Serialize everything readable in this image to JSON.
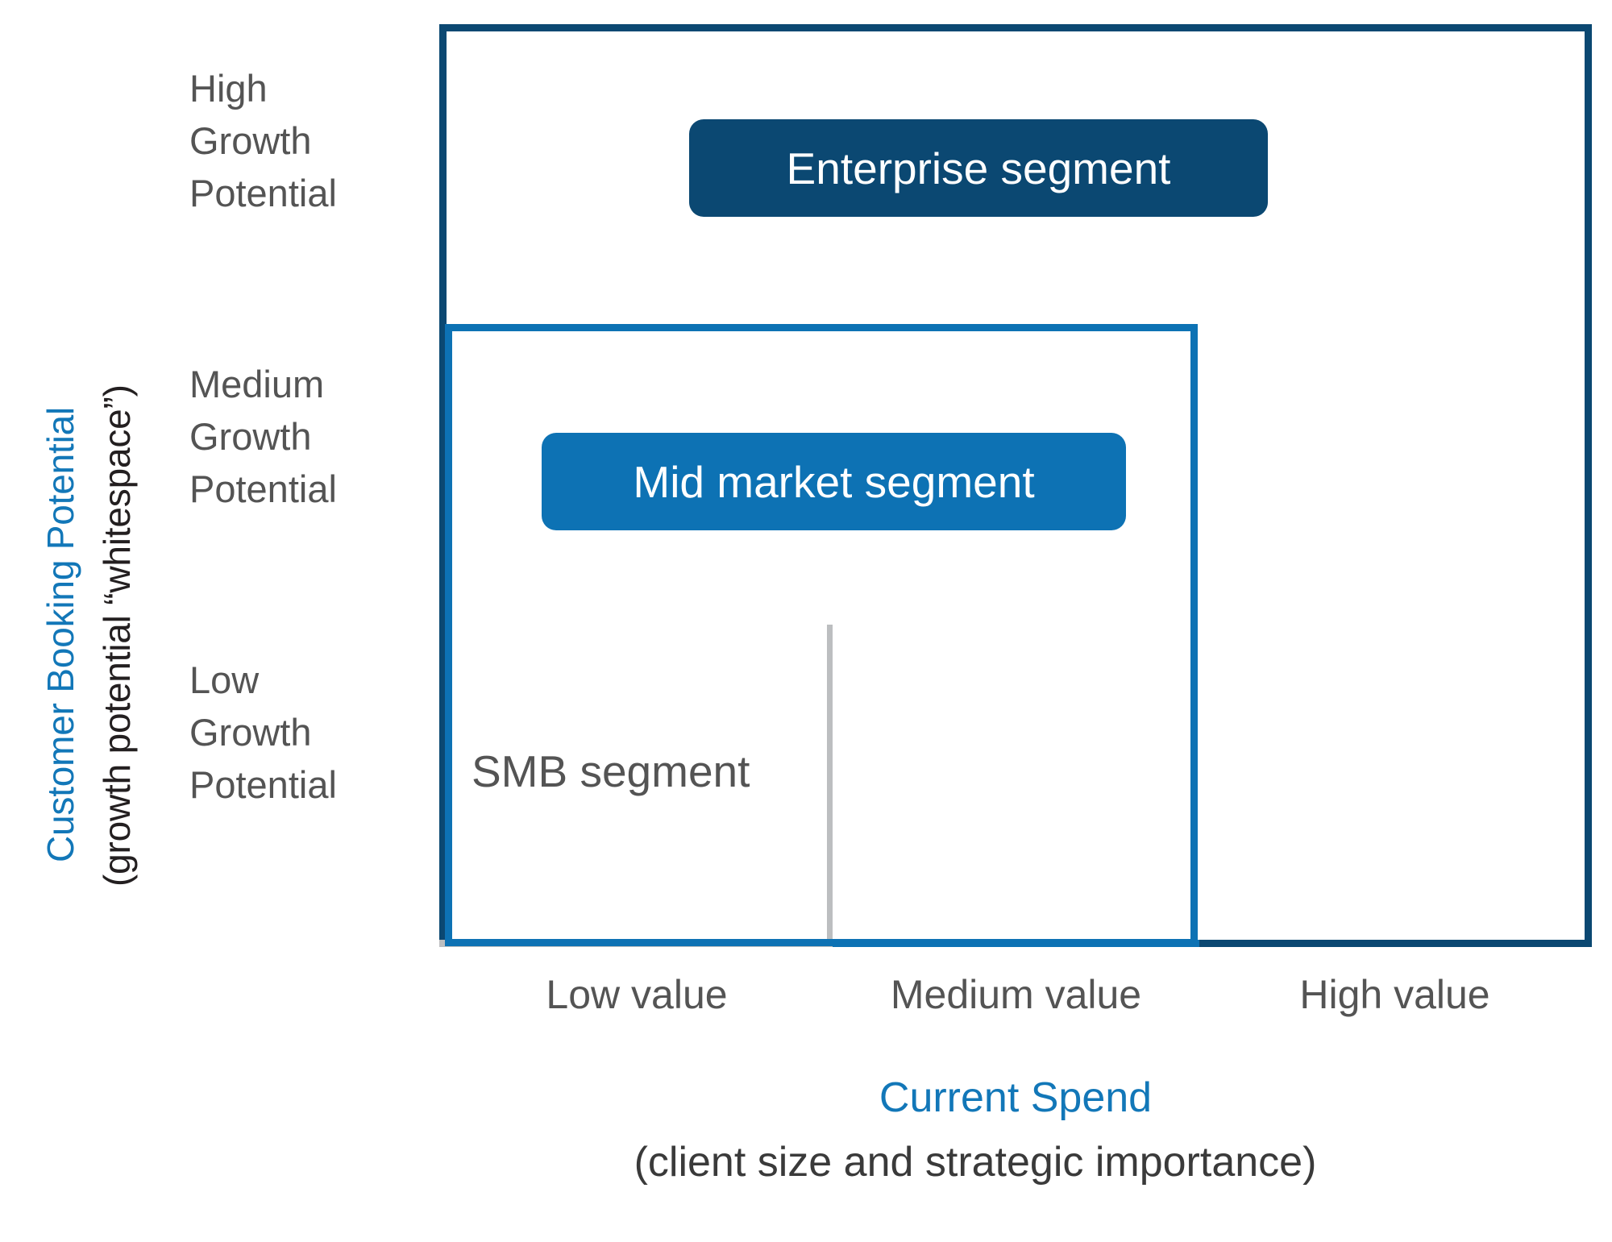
{
  "chart_data": {
    "type": "diagram",
    "title": "",
    "subtype": "nested-quadrant-segmentation-matrix",
    "xlabel": "Current Spend",
    "xlabel_sub": "(client size and strategic importance)",
    "ylabel": "Customer Booking Potential",
    "ylabel_sub": "(growth potential “whitespace”)",
    "x_categories": [
      "Low value",
      "Medium value",
      "High value"
    ],
    "y_categories": [
      "High Growth Potential",
      "Medium Growth Potential",
      "Low Growth Potential"
    ],
    "grid": false,
    "legend": "none",
    "series": [
      {
        "name": "SMB segment",
        "x_span": [
          "Low value"
        ],
        "y_span": [
          "Low Growth Potential"
        ],
        "color": "#BCBEC0",
        "label_style": "plain-text",
        "label_color": "#545454"
      },
      {
        "name": "Mid market segment",
        "x_span": [
          "Low value",
          "Medium value"
        ],
        "y_span": [
          "Low Growth Potential",
          "Medium Growth Potential"
        ],
        "color": "#0D72B4",
        "label_style": "filled-pill",
        "label_color": "#ffffff"
      },
      {
        "name": "Enterprise segment",
        "x_span": [
          "Low value",
          "Medium value",
          "High value"
        ],
        "y_span": [
          "Low Growth Potential",
          "Medium Growth Potential",
          "High Growth Potential"
        ],
        "color": "#0B4872",
        "label_style": "filled-pill",
        "label_color": "#ffffff"
      }
    ]
  },
  "axes": {
    "y": {
      "title": "Customer Booking Potential",
      "subtitle": "(growth potential “whitespace”)",
      "title_color": "#1277B8",
      "subtitle_color": "#231f20",
      "ticks": [
        {
          "id": "high",
          "line1": "High",
          "line2": "Growth",
          "line3": "Potential"
        },
        {
          "id": "medium",
          "line1": "Medium",
          "line2": "Growth",
          "line3": "Potential"
        },
        {
          "id": "low",
          "line1": "Low",
          "line2": "Growth",
          "line3": "Potential"
        }
      ],
      "tick_color": "#545454"
    },
    "x": {
      "title": "Current Spend",
      "subtitle": "(client size and strategic importance)",
      "title_color": "#1277B8",
      "subtitle_color": "#3a3a3a",
      "ticks": [
        {
          "id": "low",
          "label": "Low value",
          "segment_color": "#BCBEC0"
        },
        {
          "id": "medium",
          "label": "Medium value",
          "segment_color": "#0D72B4"
        },
        {
          "id": "high",
          "label": "High value",
          "segment_color": "#0B4872"
        }
      ],
      "tick_color": "#545454"
    }
  },
  "segments": {
    "enterprise": {
      "label": "Enterprise segment",
      "color": "#0B4872",
      "text_color": "#ffffff"
    },
    "midmarket": {
      "label": "Mid market segment",
      "color": "#0D72B4",
      "text_color": "#ffffff"
    },
    "smb": {
      "label": "SMB segment",
      "color": "#BCBEC0",
      "text_color": "#545454"
    }
  },
  "colors": {
    "navy": "#0B4872",
    "blue": "#0D72B4",
    "accent_blue": "#1277B8",
    "gray": "#BCBEC0",
    "text_gray": "#545454",
    "background": "#ffffff"
  }
}
